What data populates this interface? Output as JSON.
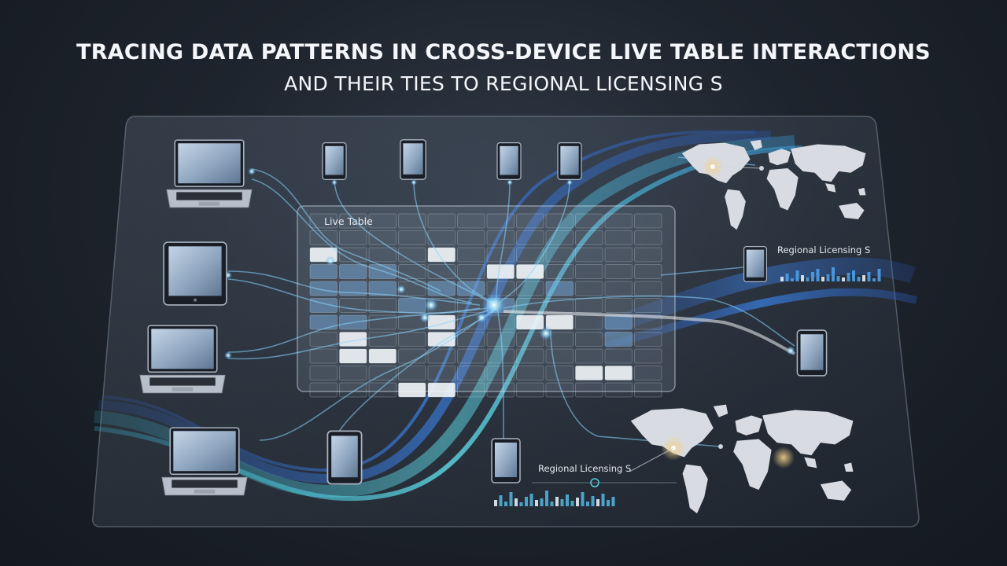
{
  "title": {
    "line1": "TRACING DATA PATTERNS IN CROSS-DEVICE LIVE TABLE INTERACTIONS",
    "line2": "AND THEIR TIES TO REGIONAL LICENSING S"
  },
  "live_table": {
    "label": "Live Table"
  },
  "panels": [
    {
      "label": "Regional Licensing S"
    },
    {
      "label": "Regional Licensing S"
    }
  ],
  "colors": {
    "flow_blue": "#3a7fe0",
    "flow_cyan": "#4fd0e0",
    "highlight": "#f2d08a",
    "background": "#1e242d"
  },
  "icons": [
    "laptop-icon",
    "tablet-icon",
    "smartphone-icon",
    "world-map-icon",
    "bar-chart-icon"
  ]
}
